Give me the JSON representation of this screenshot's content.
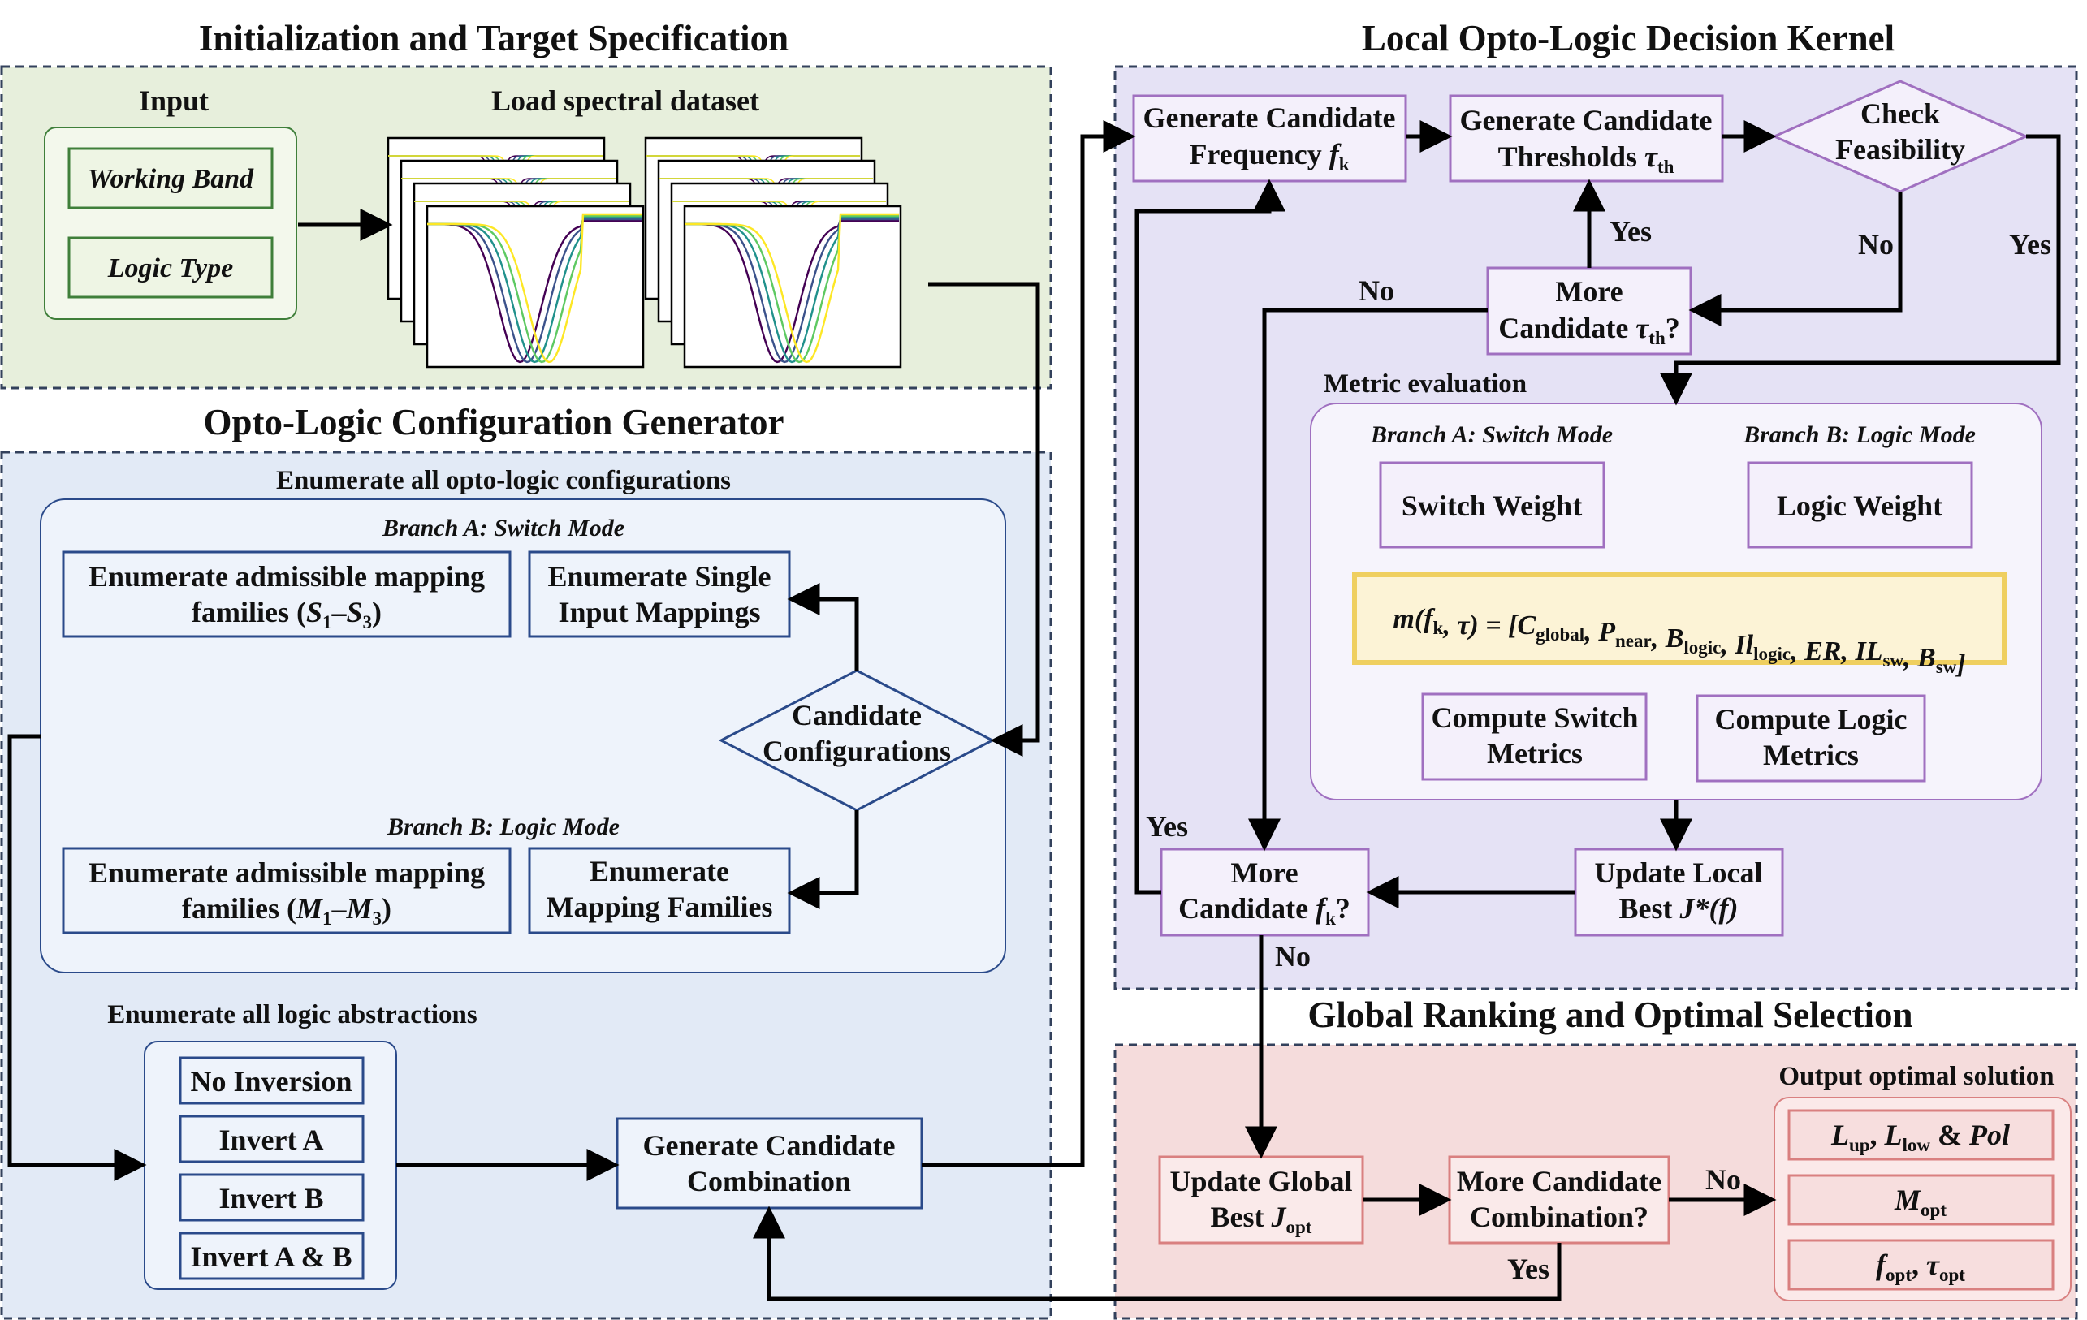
{
  "colors": {
    "panel_init": "#e7efdc",
    "panel_config": "#e2eaf6",
    "panel_kernel": "#e5e2f5",
    "panel_global": "#f5dcdc",
    "box_green": "#3f7f3a",
    "box_blue": "#2a4a8a",
    "box_purple": "#a070c0",
    "box_red": "#d98080",
    "formula_fill": "#fcf3d6",
    "formula_border": "#efcf60",
    "curve_colors": [
      "#440154",
      "#3b528b",
      "#21918c",
      "#5ec962",
      "#fde725"
    ]
  },
  "sections": {
    "init": "Initialization and Target Specification",
    "config": "Opto-Logic Configuration Generator",
    "kernel": "Local Opto-Logic Decision Kernel",
    "global": "Global Ranking and Optimal Selection"
  },
  "init": {
    "input_title": "Input",
    "working_band": "Working Band",
    "logic_type": "Logic Type",
    "dataset_title": "Load spectral dataset"
  },
  "config": {
    "enumerate_configs": "Enumerate all opto-logic configurations",
    "branch_a": "Branch A: Switch Mode",
    "branch_b": "Branch B: Logic Mode",
    "admissible_s_line1": "Enumerate admissible mapping",
    "admissible_s_prefix": "families (",
    "admissible_s_v1": "S",
    "admissible_s_sub1": "1",
    "admissible_s_dash": "–",
    "admissible_s_v2": "S",
    "admissible_s_sub2": "3",
    "admissible_s_suffix": ")",
    "single_line1": "Enumerate Single",
    "single_line2": "Input Mappings",
    "candidate_line1": "Candidate",
    "candidate_line2": "Configurations",
    "admissible_m_line1": "Enumerate admissible mapping",
    "admissible_m_prefix": "families (",
    "admissible_m_v1": "M",
    "admissible_m_sub1": "1",
    "admissible_m_dash": "–",
    "admissible_m_v2": "M",
    "admissible_m_sub2": "3",
    "admissible_m_suffix": ")",
    "mapping_line1": "Enumerate",
    "mapping_line2": "Mapping Families",
    "logic_abstractions": "Enumerate all logic abstractions",
    "abstractions": [
      "No Inversion",
      "Invert A",
      "Invert B",
      "Invert A & B"
    ],
    "combo_line1": "Generate Candidate",
    "combo_line2": "Combination"
  },
  "kernel": {
    "gen_freq_line1": "Generate Candidate",
    "gen_freq_line2": "Frequency ",
    "gen_freq_var": "f",
    "gen_freq_sub": "k",
    "gen_thr_line1": "Generate Candidate",
    "gen_thr_line2": "Thresholds ",
    "gen_thr_var": "τ",
    "gen_thr_sub": "th",
    "check_line1": "Check",
    "check_line2": "Feasibility",
    "more_tau_line1": "More",
    "more_tau_line2": "Candidate ",
    "more_tau_var": "τ",
    "more_tau_sub": "th",
    "more_tau_q": "?",
    "yes": "Yes",
    "no": "No",
    "metric_eval": "Metric evaluation",
    "branch_a": "Branch A: Switch Mode",
    "branch_b": "Branch B: Logic Mode",
    "switch_weight": "Switch Weight",
    "logic_weight": "Logic Weight",
    "formula": [
      {
        "t": "m",
        "sub": ""
      },
      {
        "t": "(",
        "sub": ""
      },
      {
        "t": "f",
        "sub": "k"
      },
      {
        "t": ", τ) = [",
        "sub": ""
      },
      {
        "t": "C",
        "sub": "global"
      },
      {
        "t": ", ",
        "sub": ""
      },
      {
        "t": "P",
        "sub": "near"
      },
      {
        "t": ", ",
        "sub": ""
      },
      {
        "t": "B",
        "sub": "logic"
      },
      {
        "t": ", ",
        "sub": ""
      },
      {
        "t": "Il",
        "sub": "logic"
      },
      {
        "t": ", ER, ",
        "sub": ""
      },
      {
        "t": "IL",
        "sub": "sw"
      },
      {
        "t": ", ",
        "sub": ""
      },
      {
        "t": "B",
        "sub": "sw"
      },
      {
        "t": "]",
        "sub": ""
      }
    ],
    "compute_switch_line1": "Compute Switch",
    "compute_switch_line2": "Metrics",
    "compute_logic_line1": "Compute Logic",
    "compute_logic_line2": "Metrics",
    "more_f_line1": "More",
    "more_f_line2": "Candidate ",
    "more_f_var": "f",
    "more_f_sub": "k",
    "more_f_q": "?",
    "update_local_line1": "Update Local",
    "update_local_line2a": "Best ",
    "update_local_line2b": "J*(f)"
  },
  "global": {
    "update_global_line1": "Update Global",
    "update_global_line2a": "Best ",
    "update_global_var": "J",
    "update_global_sub": "opt",
    "more_combo_line1": "More Candidate",
    "more_combo_line2": "Combination?",
    "output_title": "Output optimal solution",
    "out1_v1": "L",
    "out1_s1": "up",
    "out1_c": ", ",
    "out1_v2": "L",
    "out1_s2": "low",
    "out1_amp": " & ",
    "out1_v3": "Pol",
    "out2_v": "M",
    "out2_s": "opt",
    "out3_v1": "f",
    "out3_s1": "opt",
    "out3_c": ", ",
    "out3_v2": "τ",
    "out3_s2": "opt",
    "yes": "Yes",
    "no": "No"
  }
}
